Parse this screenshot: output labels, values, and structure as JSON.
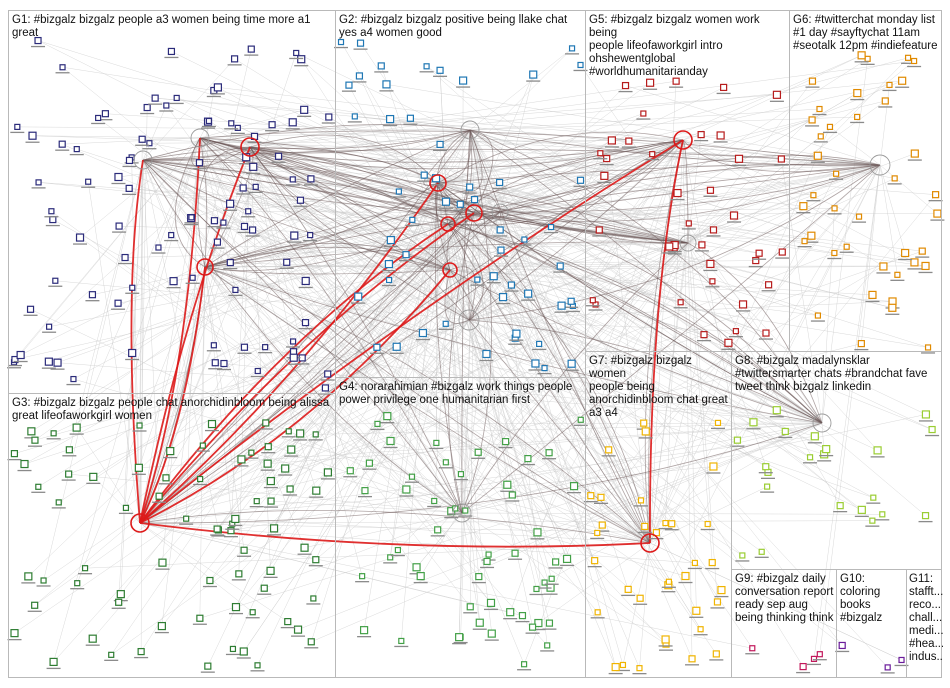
{
  "groups": [
    {
      "id": "G1",
      "label": "G1: #bizgalz bizgalz people a3 women being time more a1\ngreat",
      "color": "#2b2b7a"
    },
    {
      "id": "G2",
      "label": "G2: #bizgalz bizgalz positive being llake chat\nyes a4 women good",
      "color": "#1f77b4"
    },
    {
      "id": "G3",
      "label": "G3: #bizgalz bizgalz people chat anorchidinbloom being alissa\ngreat lifeofaworkgirl women",
      "color": "#2e7d32"
    },
    {
      "id": "G4",
      "label": "G4: norarahimian #bizgalz work things people\npower privilege one humanitarian first",
      "color": "#43a047"
    },
    {
      "id": "G5",
      "label": "G5: #bizgalz bizgalz women work being\npeople lifeofaworkgirl intro\nohshewentglobal\n#worldhumanitarianday",
      "color": "#b71c1c"
    },
    {
      "id": "G6",
      "label": "G6: #twitterchat monday list\n#1 day #sayftychat 11am\n#seotalk 12pm #indiefeature",
      "color": "#e08a00"
    },
    {
      "id": "G7",
      "label": "G7: #bizgalz bizgalz women\npeople being\nanorchidinbloom chat great\na3 a4",
      "color": "#f0b400"
    },
    {
      "id": "G8",
      "label": "G8: #bizgalz madalynsklar\n#twittersmarter chats #brandchat fave\ntweet think bizgalz linkedin",
      "color": "#9acd32"
    },
    {
      "id": "G9",
      "label": "G9: #bizgalz daily\nconversation report\nready sep aug\nbeing thinking think",
      "color": "#c2185b"
    },
    {
      "id": "G10",
      "label": "G10: coloring\nbooks\n#bizgalz",
      "color": "#6a1b9a"
    },
    {
      "id": "G11",
      "label": "G11:\nstafft...\nreco...\nchall...\nmedi...\n#hea...\nindus...",
      "color": "#8e24aa"
    }
  ]
}
